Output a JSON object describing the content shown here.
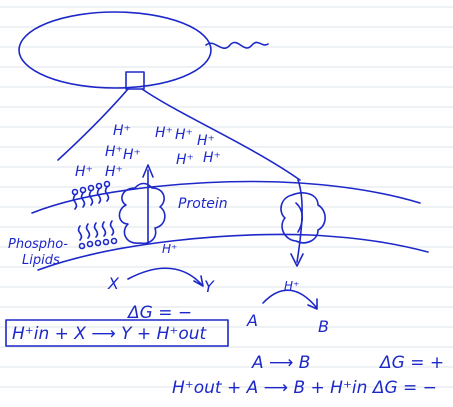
{
  "ink_color": "#1d28c9",
  "rule_color": "#dfe5ea",
  "labels": {
    "protein": "Protein",
    "phospholipids_line1": "Phospho-",
    "phospholipids_line2": "Lipids",
    "x": "X",
    "y": "Y",
    "a": "A",
    "b": "B",
    "h_plus_below_channel": "H⁺",
    "h_plus_right": "H⁺",
    "h_plus_symbol": "H⁺"
  },
  "equations": {
    "delta_g_xy": "ΔG = −",
    "boxed": "H⁺in + X ⟶ Y + H⁺out",
    "ab_reaction": "A ⟶ B",
    "ab_delta_g": "ΔG = +",
    "coupled": "H⁺out + A ⟶ B + H⁺in  ΔG = −"
  }
}
